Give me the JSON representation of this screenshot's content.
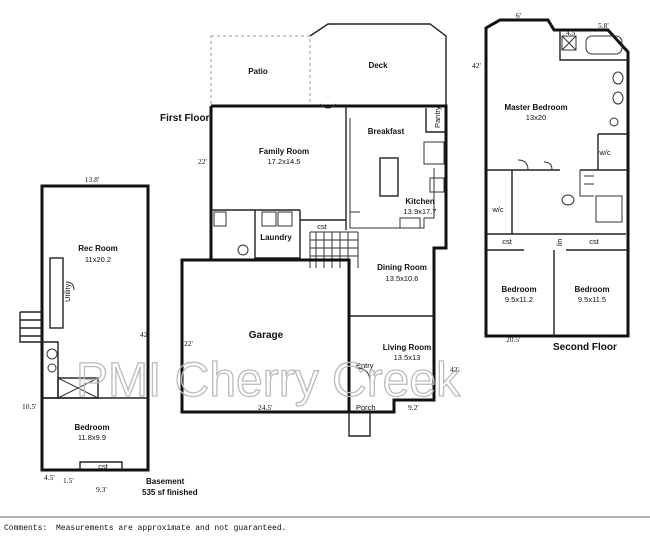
{
  "labels": {
    "patio": "Patio",
    "deck": "Deck",
    "first_floor": "First Floor",
    "breakfast": "Breakfast",
    "pantry": "Pantry",
    "family_room": "Family Room",
    "family_room_size": "17.2x14.5",
    "kitchen": "Kitchen",
    "kitchen_size": "13.9x17.7",
    "laundry": "Laundry",
    "cst_first": "cst",
    "dining_room": "Dining Room",
    "dining_room_size": "13.5x10.6",
    "garage": "Garage",
    "living_room": "Living Room",
    "living_room_size": "13.5x13",
    "entry": "Entry",
    "porch": "Porch",
    "rec_room": "Rec Room",
    "rec_room_size": "11x20.2",
    "utility": "Utility",
    "bedroom_basement": "Bedroom",
    "bedroom_basement_size": "11.8x9.9",
    "cst_basement": "cst",
    "basement": "Basement",
    "basement_finished": "535 sf finished",
    "master_bedroom": "Master Bedroom",
    "master_bedroom_size": "13x20",
    "wic_master": "w/c",
    "wic_left": "w/c",
    "cst_second_left": "cst",
    "cst_second_right": "cst",
    "linen": "lin",
    "bedroom_2": "Bedroom",
    "bedroom_2_size": "9.5x11.2",
    "bedroom_3": "Bedroom",
    "bedroom_3_size": "9.5x11.5",
    "second_floor": "Second Floor"
  },
  "dimensions": {
    "basement_width": "13.8'",
    "basement_height": "42'",
    "basement_side": "10.5'",
    "basement_bottom_a": "4.5'",
    "basement_bottom_b": "1.5'",
    "basement_bottom_c": "9.3'",
    "first_family_side": "22'",
    "first_garage_side": "22'",
    "first_garage_width": "24.5'",
    "first_right_side": "42'",
    "first_porch_width": "9.2'",
    "second_top_a": "6'",
    "second_top_b": "4.5'",
    "second_top_c": "5.8'",
    "second_left": "42'",
    "second_bottom": "20.5'"
  },
  "watermark": "PMI Cherry Creek",
  "comments": {
    "label": "Comments:",
    "text": "Measurements are approximate and not guaranteed."
  }
}
